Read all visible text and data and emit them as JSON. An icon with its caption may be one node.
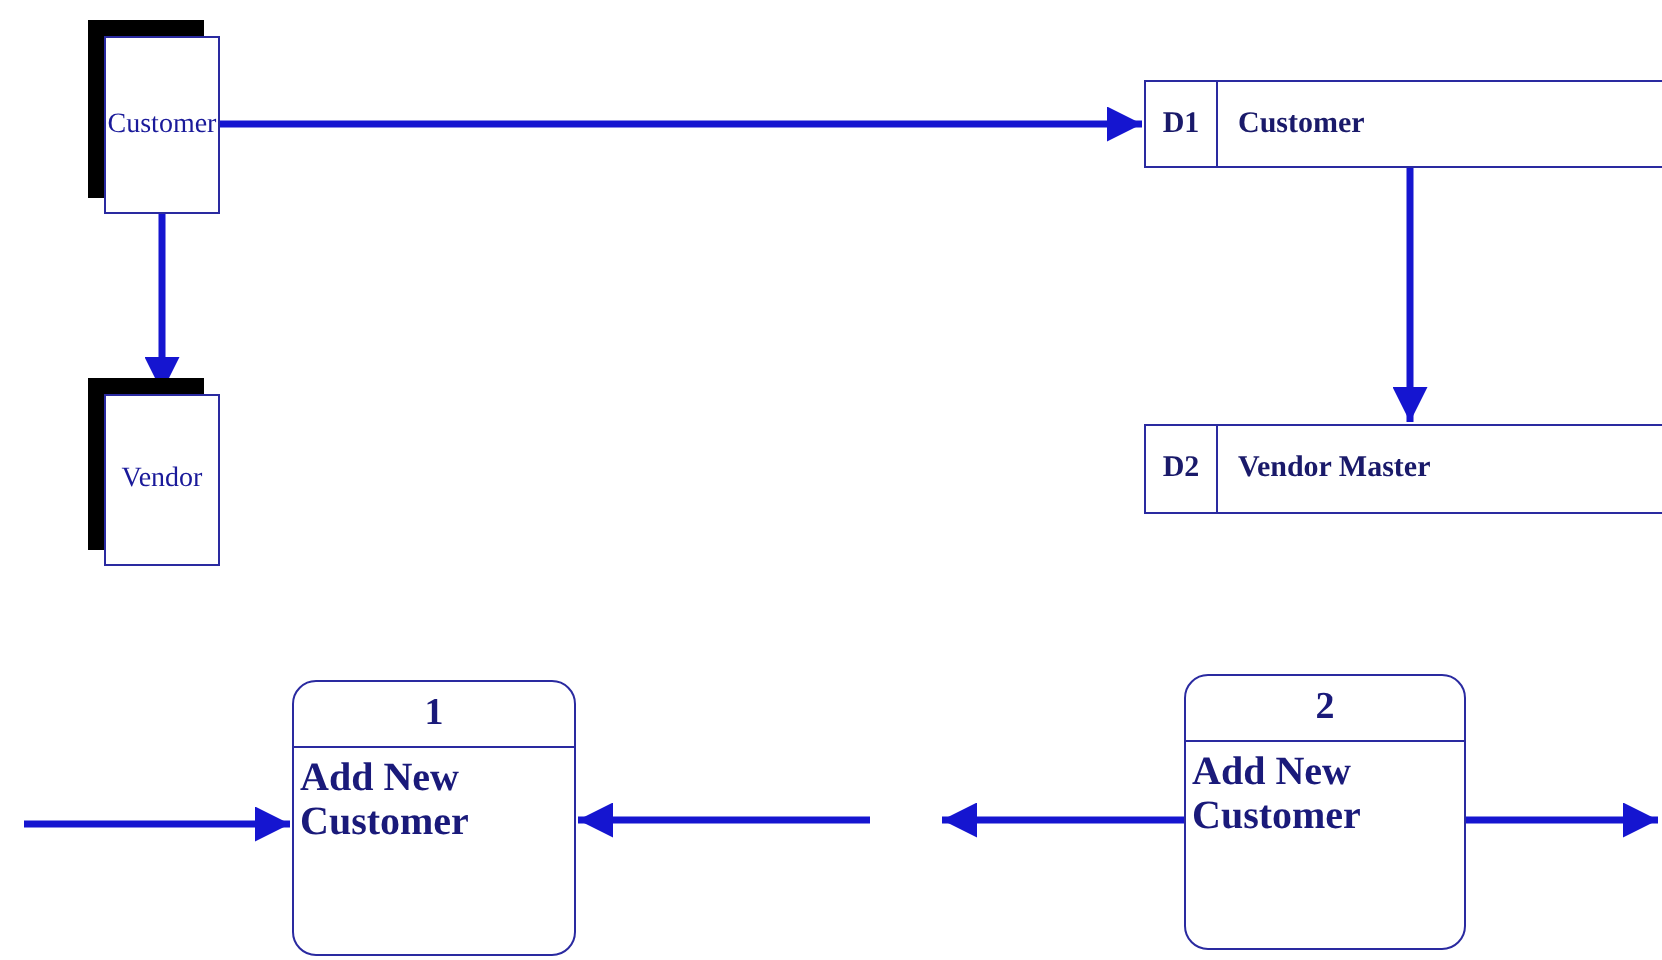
{
  "diagram": {
    "nodes": [
      {
        "text": [
          "Customer"
        ]
      },
      {
        "text": [
          "Vendor"
        ]
      },
      {
        "text": [
          "D1",
          "Customer"
        ]
      },
      {
        "text": [
          "D2",
          "Vendor Master"
        ]
      },
      {
        "text": [
          "1",
          "Add New Customer"
        ]
      },
      {
        "text": [
          "2",
          "Add New Customer"
        ]
      }
    ],
    "edges": [
      {
        "from": 0,
        "to": 2,
        "arrow": "to"
      },
      {
        "from": 0,
        "to": 1,
        "arrow": "to"
      },
      {
        "from": 2,
        "to": 3,
        "arrow": "to"
      },
      {
        "from": null,
        "to": 4,
        "arrow": "to"
      },
      {
        "from": null,
        "to": 4,
        "arrow": "to"
      },
      {
        "from": 5,
        "to": null,
        "arrow": "to"
      },
      {
        "from": 5,
        "to": null,
        "arrow": "to"
      }
    ]
  }
}
